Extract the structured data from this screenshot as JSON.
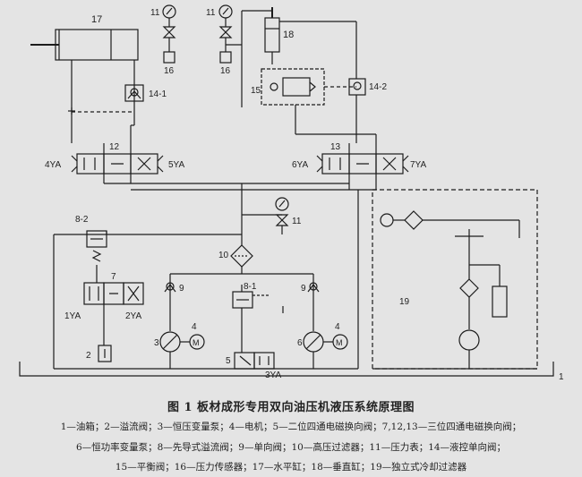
{
  "labels": {
    "n17": "17",
    "n11a": "11",
    "n11b": "11",
    "n16a": "16",
    "n16b": "16",
    "n18": "18",
    "n15": "15",
    "n14_1": "14-1",
    "n14_2": "14-2",
    "n12": "12",
    "n13": "13",
    "n4YA": "4YA",
    "n5YA": "5YA",
    "n6YA": "6YA",
    "n7YA": "7YA",
    "n8_2": "8-2",
    "n11c": "11",
    "n10": "10",
    "n9a": "9",
    "n9b": "9",
    "n8_1": "8-1",
    "n7": "7",
    "n1YA": "1YA",
    "n2YA": "2YA",
    "n2": "2",
    "n3": "3",
    "n4a": "4",
    "n4b": "4",
    "n6": "6",
    "n5": "5",
    "n3YA": "3YA",
    "n19": "19",
    "n1": "1",
    "motorA": "M",
    "motorB": "M"
  },
  "caption": "图 1 板材成形专用双向油压机液压系统原理图",
  "legend": {
    "line1": "1—油箱；2—溢流阀；3—恒压变量泵；4—电机；5—二位四通电磁换向阀；7,12,13—三位四通电磁换向阀；",
    "line2": "6—恒功率变量泵；8—先导式溢流阀；9—单向阀；10—高压过滤器；11—压力表；14—液控单向阀；",
    "line3": "15—平衡阀；16—压力传感器；17—水平缸；18—垂直缸；19—独立式冷却过滤器"
  }
}
